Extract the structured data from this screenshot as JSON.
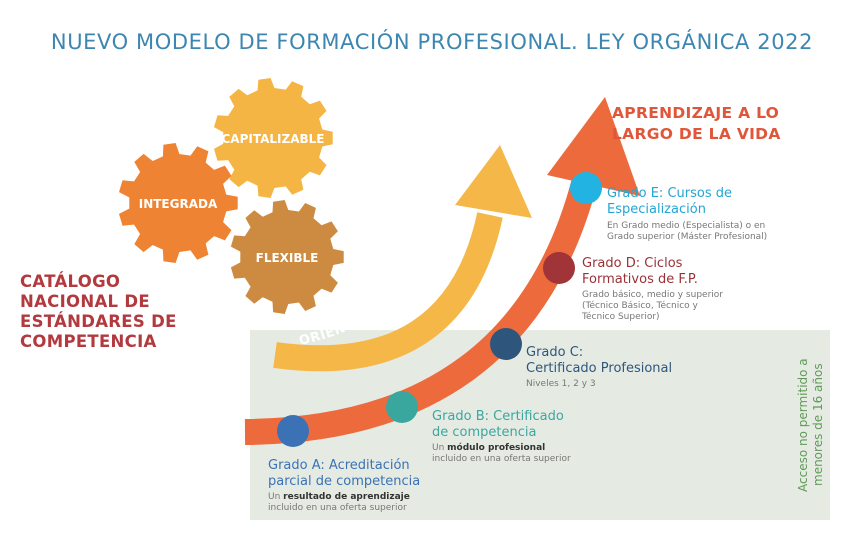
{
  "title": "NUEVO MODELO DE FORMACIÓN PROFESIONAL. LEY ORGÁNICA 2022",
  "gears": {
    "capitalizable": "CAPITALIZABLE",
    "integrada": "INTEGRADA",
    "flexible": "FLEXIBLE"
  },
  "catalog": [
    "CATÁLOGO",
    "NACIONAL DE",
    "ESTÁNDARES DE",
    "COMPETENCIA"
  ],
  "orientacion": "ORIENTACIÓN PROFESIONAL",
  "aprendizaje": [
    "APRENDIZAJE A LO",
    "LARGO DE LA VIDA"
  ],
  "acceso": [
    "Acceso no permitido a",
    "menores de 16 años"
  ],
  "colors": {
    "title": "#3d86b0",
    "gear_orange": "#ee8433",
    "gear_yellow": "#f4b544",
    "gear_brown": "#cc8b41",
    "arrow_orange": "#ec6a3c",
    "arrow_yellow": "#f5b748",
    "panel_green": "#e5ebe3",
    "dot_a": "#3a72b5",
    "dot_b": "#3aa79f",
    "dot_c": "#2e567c",
    "dot_d": "#a13438",
    "dot_e": "#22b3e2"
  },
  "grados": {
    "a": {
      "title": [
        "Grado A: Acreditación",
        "parcial de competencia"
      ],
      "desc_pre": "Un ",
      "desc_bold": "resultado de aprendizaje",
      "desc_post": "incluido en una oferta superior"
    },
    "b": {
      "title": [
        "Grado B: Certificado",
        "de competencia"
      ],
      "desc_pre": "Un ",
      "desc_bold": "módulo profesional",
      "desc_post": "incluido en una oferta superior"
    },
    "c": {
      "title": [
        "Grado C:",
        "Certificado Profesional"
      ],
      "desc": "Niveles 1, 2 y 3"
    },
    "d": {
      "title": [
        "Grado D: Ciclos",
        "Formativos de F.P."
      ],
      "desc": [
        "Grado básico, medio y superior",
        "(Técnico Básico, Técnico y",
        "Técnico Superior)"
      ]
    },
    "e": {
      "title": [
        "Grado E: Cursos de",
        "Especialización"
      ],
      "desc": [
        "En Grado medio (Especialista) o en",
        "Grado superior (Máster Profesional)"
      ]
    }
  }
}
